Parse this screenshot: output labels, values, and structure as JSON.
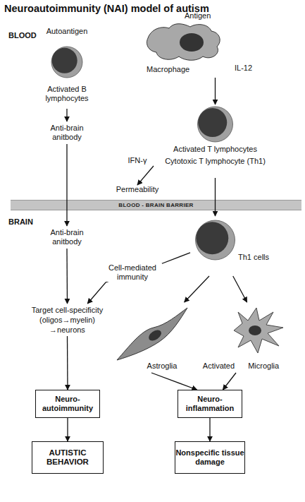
{
  "diagram": {
    "title": "Neuroautoimmunity (NAI) model of autism",
    "nodes": [
      {
        "text": [
          "Autoantigen",
          "Activated B lymphocytes"
        ]
      },
      {
        "text": [
          "Antigen",
          "Macrophage"
        ]
      },
      {
        "text": [
          "Activated T lymphocytes",
          "Cytotoxic T lymphocyte (Th1)"
        ]
      },
      {
        "text": [
          "Anti-brain anitbody"
        ]
      },
      {
        "text": [
          "Permeability"
        ]
      },
      {
        "text": [
          "BLOOD - BRAIN BARRIER"
        ]
      },
      {
        "text": [
          "Anti-brain anitbody"
        ]
      },
      {
        "text": [
          "Th1 cells"
        ]
      },
      {
        "text": [
          "Target cell-specificity (oligos→myelin) →neurons"
        ]
      },
      {
        "text": [
          "Astroglia"
        ]
      },
      {
        "text": [
          "Activated Microglia"
        ]
      },
      {
        "text": [
          "Neuro- autoimmunity"
        ]
      },
      {
        "text": [
          "Neuro- inflammation"
        ]
      },
      {
        "text": [
          "AUTISTIC BEHAVIOR"
        ]
      },
      {
        "text": [
          "Nonspecific tissue damage"
        ]
      }
    ],
    "edges": [
      {
        "from": 0,
        "to": 3,
        "arrow": "to"
      },
      {
        "from": 1,
        "to": 2,
        "arrow": "to"
      },
      {
        "from": 2,
        "to": 4,
        "label": "IFN-γ",
        "arrow": "to"
      },
      {
        "from": 2,
        "to": 7,
        "arrow": "to"
      },
      {
        "from": 3,
        "to": 6,
        "arrow": "to"
      },
      {
        "from": 6,
        "to": 8,
        "arrow": "to"
      },
      {
        "from": 7,
        "to": 8,
        "label": "Cell-mediated immunity",
        "arrow": "to"
      },
      {
        "from": 7,
        "to": 9,
        "arrow": "to"
      },
      {
        "from": 7,
        "to": 10,
        "arrow": "to"
      },
      {
        "from": 8,
        "to": 11,
        "arrow": "to"
      },
      {
        "from": 9,
        "to": 12,
        "arrow": "to"
      },
      {
        "from": 10,
        "to": 12,
        "arrow": "to"
      },
      {
        "from": 11,
        "to": 13,
        "arrow": "to"
      },
      {
        "from": 12,
        "to": 14,
        "arrow": "to"
      }
    ],
    "labels": [
      "BLOOD",
      "BRAIN",
      "IL-12"
    ]
  }
}
